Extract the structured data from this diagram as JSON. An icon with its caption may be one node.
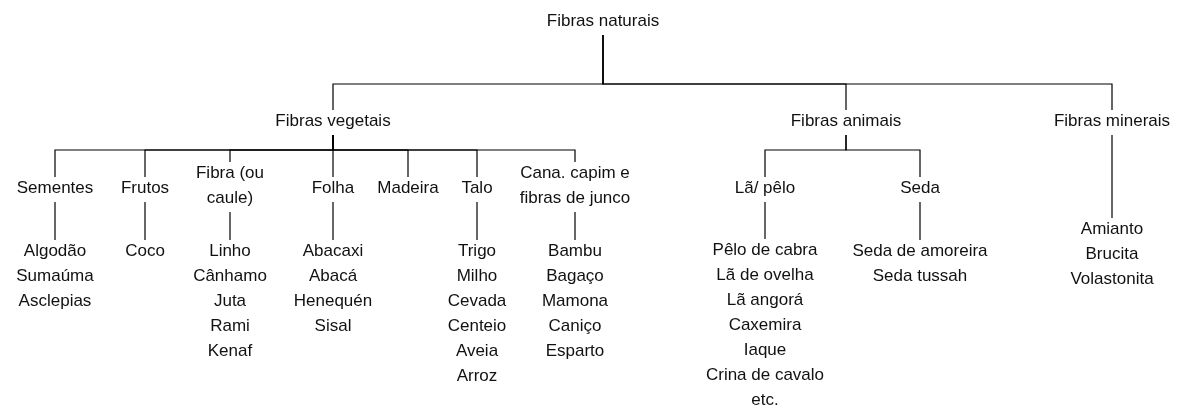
{
  "diagram": {
    "nodes": [
      {
        "text": [
          "Fibras naturais"
        ]
      },
      {
        "text": [
          "Fibras vegetais"
        ]
      },
      {
        "text": [
          "Fibras animais"
        ]
      },
      {
        "text": [
          "Fibras minerais"
        ]
      },
      {
        "text": [
          "Sementes"
        ]
      },
      {
        "text": [
          "Frutos"
        ]
      },
      {
        "text": [
          "Fibra (ou caule)"
        ]
      },
      {
        "text": [
          "Folha"
        ]
      },
      {
        "text": [
          "Madeira"
        ]
      },
      {
        "text": [
          "Talo"
        ]
      },
      {
        "text": [
          "Cana. capim e fibras de junco"
        ]
      },
      {
        "text": [
          "Lã/ pêlo"
        ]
      },
      {
        "text": [
          "Seda"
        ]
      },
      {
        "text": [
          "Algodão",
          "Sumaúma",
          "Asclepias"
        ]
      },
      {
        "text": [
          "Coco"
        ]
      },
      {
        "text": [
          "Linho",
          "Cânhamo",
          "Juta",
          "Rami",
          "Kenaf"
        ]
      },
      {
        "text": [
          "Abacaxi",
          "Abacá",
          "Henequén",
          "Sisal"
        ]
      },
      {
        "text": [
          "Trigo",
          "Milho",
          "Cevada",
          "Centeio",
          "Aveia",
          "Arroz"
        ]
      },
      {
        "text": [
          "Bambu",
          "Bagaço",
          "Mamona",
          "Caniço",
          "Esparto"
        ]
      },
      {
        "text": [
          "Pêlo de cabra",
          "Lã de ovelha",
          "Lã angorá",
          "Caxemira",
          "Iaque",
          "Crina de cavalo",
          "etc."
        ]
      },
      {
        "text": [
          "Seda de amoreira",
          "Seda tussah"
        ]
      },
      {
        "text": [
          "Amianto",
          "Brucita",
          "Volastonita"
        ]
      }
    ],
    "edges": [
      {
        "from": 0,
        "to": 1,
        "arrow": "none"
      },
      {
        "from": 0,
        "to": 2,
        "arrow": "none"
      },
      {
        "from": 0,
        "to": 3,
        "arrow": "none"
      },
      {
        "from": 1,
        "to": 4,
        "arrow": "none"
      },
      {
        "from": 1,
        "to": 5,
        "arrow": "none"
      },
      {
        "from": 1,
        "to": 6,
        "arrow": "none"
      },
      {
        "from": 1,
        "to": 7,
        "arrow": "none"
      },
      {
        "from": 1,
        "to": 8,
        "arrow": "none"
      },
      {
        "from": 1,
        "to": 9,
        "arrow": "none"
      },
      {
        "from": 1,
        "to": 10,
        "arrow": "none"
      },
      {
        "from": 2,
        "to": 11,
        "arrow": "none"
      },
      {
        "from": 2,
        "to": 12,
        "arrow": "none"
      },
      {
        "from": 4,
        "to": 13,
        "arrow": "none"
      },
      {
        "from": 5,
        "to": 14,
        "arrow": "none"
      },
      {
        "from": 6,
        "to": 15,
        "arrow": "none"
      },
      {
        "from": 7,
        "to": 16,
        "arrow": "none"
      },
      {
        "from": 9,
        "to": 17,
        "arrow": "none"
      },
      {
        "from": 10,
        "to": 18,
        "arrow": "none"
      },
      {
        "from": 11,
        "to": 19,
        "arrow": "none"
      },
      {
        "from": 12,
        "to": 20,
        "arrow": "none"
      },
      {
        "from": 3,
        "to": 21,
        "arrow": "none"
      }
    ]
  }
}
